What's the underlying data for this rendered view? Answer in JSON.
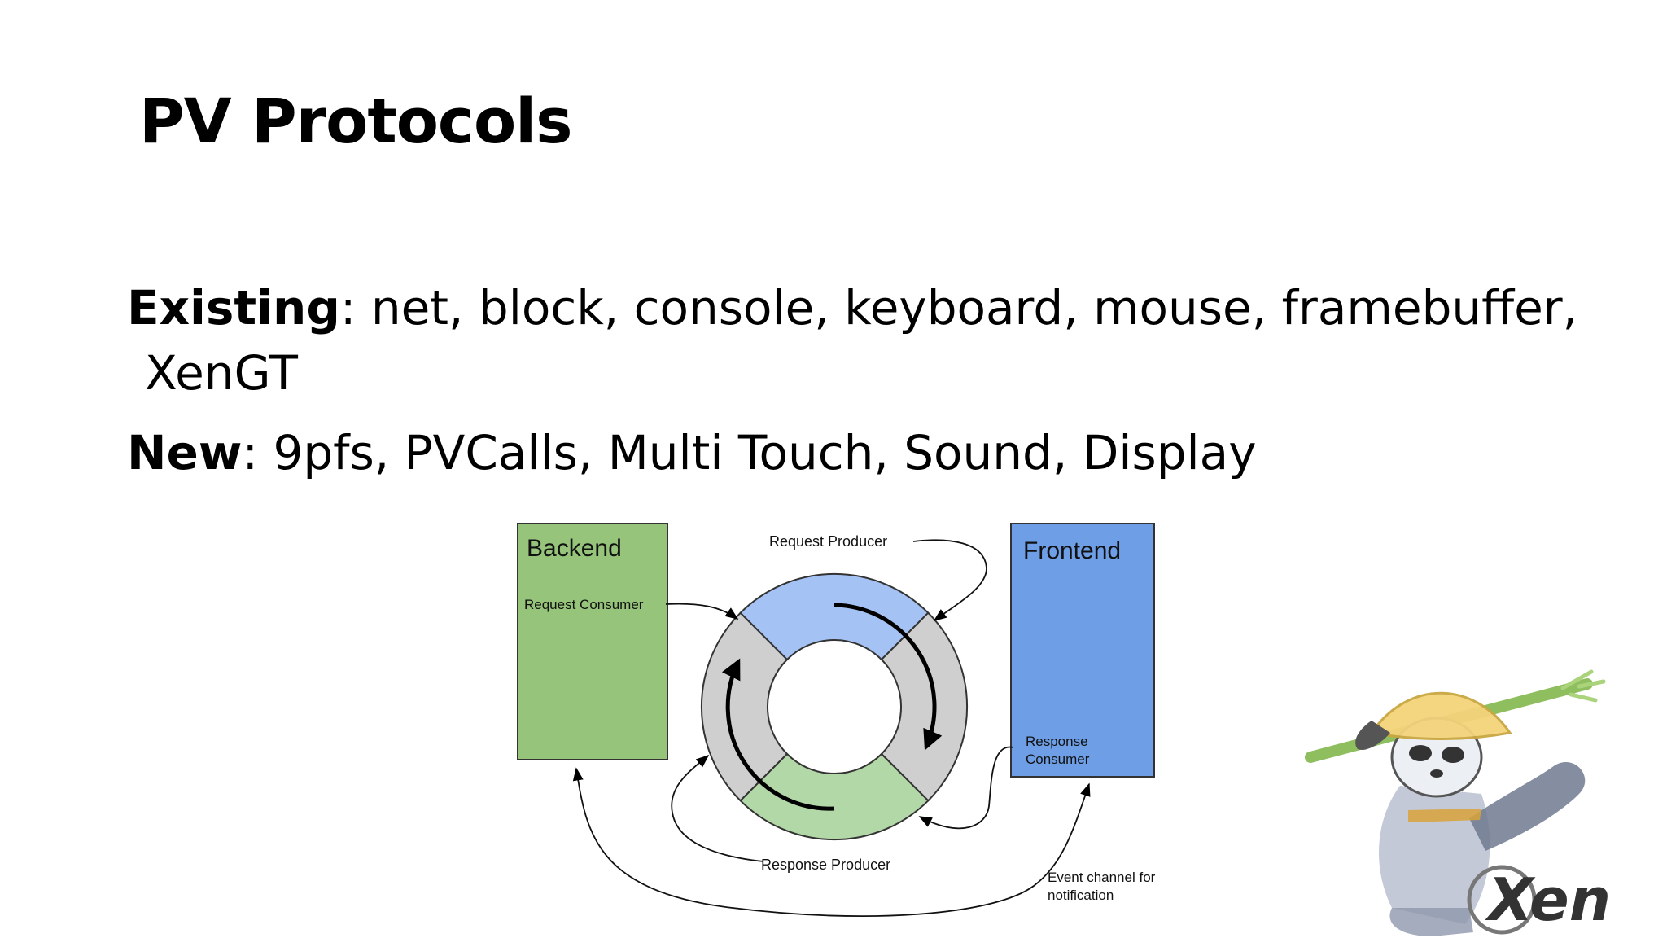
{
  "slide": {
    "title": "PV Protocols",
    "bullets": [
      {
        "label": "Existing",
        "sep": ": ",
        "text": "net, block, console, keyboard, mouse, framebuffer,",
        "continuation": "XenGT"
      },
      {
        "label": "New",
        "sep": ": ",
        "text": "9pfs, PVCalls, Multi Touch, Sound, Display"
      }
    ]
  },
  "diagram": {
    "backend": {
      "title": "Backend",
      "sublabel": "Request Consumer",
      "color": "#95c47a"
    },
    "frontend": {
      "title": "Frontend",
      "sublabel_lines": [
        "Response",
        "Consumer"
      ],
      "color": "#6e9fe6"
    },
    "ring": {
      "request_color": "#a4c2f4",
      "response_color": "#b3d8a8",
      "idle_color": "#cfcfcf"
    },
    "labels": {
      "request_producer": "Request Producer",
      "response_producer": "Response Producer",
      "event_channel_lines": [
        "Event channel for",
        "notification"
      ]
    }
  },
  "logo": {
    "text": "Xen"
  },
  "icons": {
    "mascot": "panda-mascot-icon"
  }
}
